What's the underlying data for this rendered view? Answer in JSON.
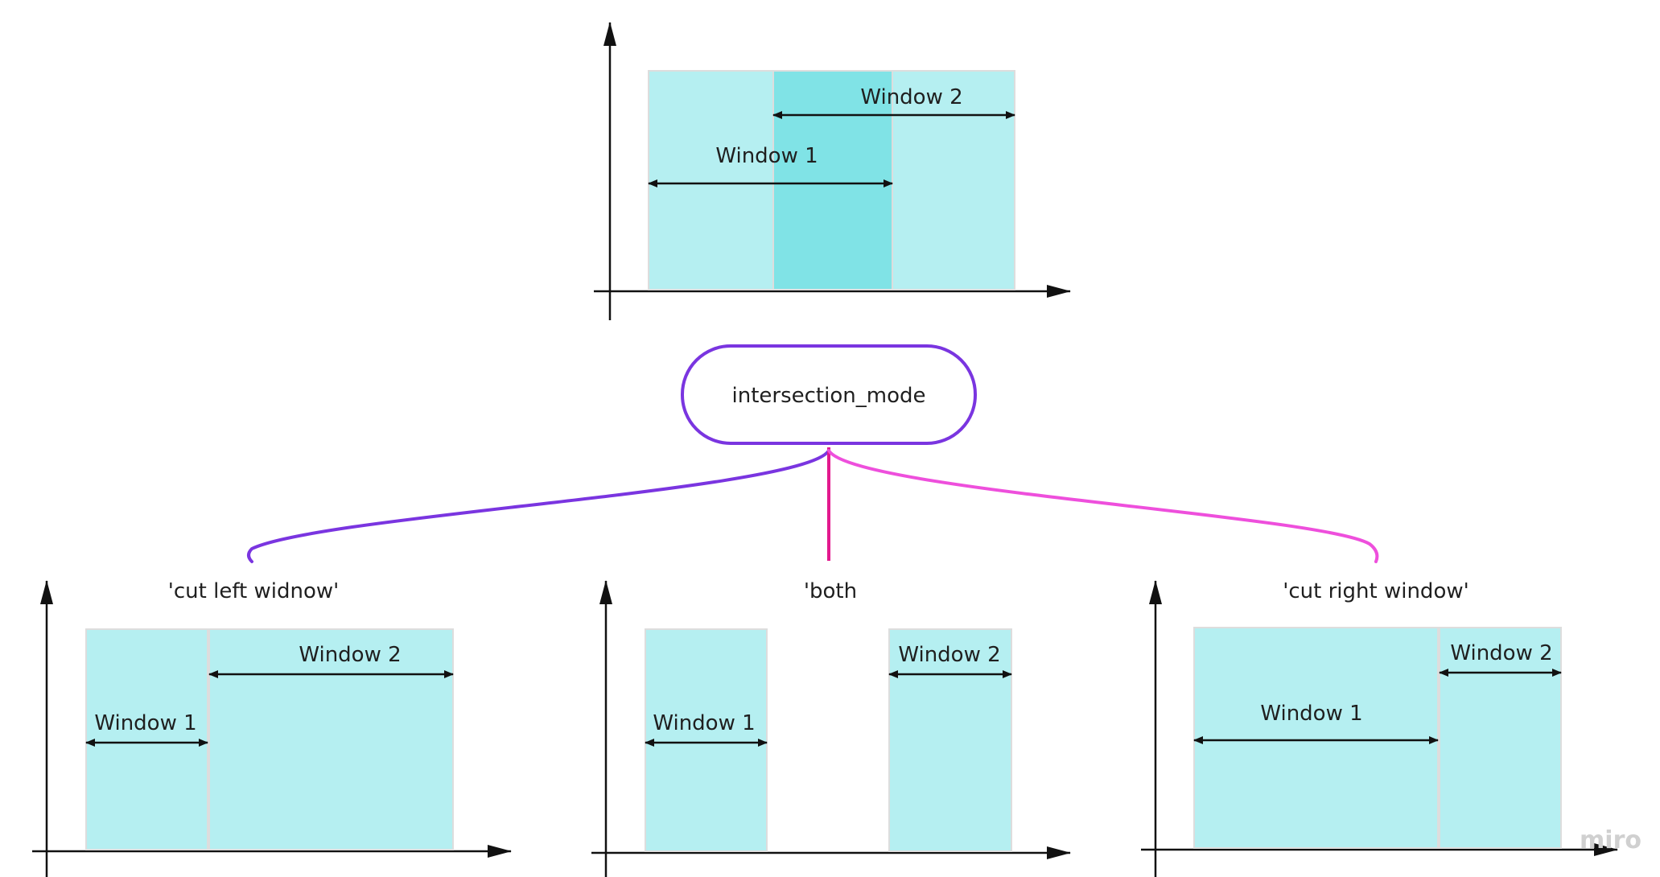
{
  "colors": {
    "window_fill": "#b5eff1",
    "overlap_fill": "#80e3e6",
    "window_edge": "#dddddd",
    "axis": "#111111",
    "node_border": "#7a35e0",
    "branch_left": "#7a35e0",
    "branch_mid": "#e3198e",
    "branch_right": "#ee4fdc",
    "brand": "#d0d0d0"
  },
  "top": {
    "window1_label": "Window 1",
    "window2_label": "Window 2"
  },
  "node": {
    "label": "intersection_mode"
  },
  "panels": [
    {
      "title": "'cut left widnow'",
      "window1_label": "Window 1",
      "window2_label": "Window 2"
    },
    {
      "title": "'both",
      "window1_label": "Window 1",
      "window2_label": "Window 2"
    },
    {
      "title": "'cut right window'",
      "window1_label": "Window 1",
      "window2_label": "Window 2"
    }
  ],
  "brand": {
    "text": "miro"
  }
}
